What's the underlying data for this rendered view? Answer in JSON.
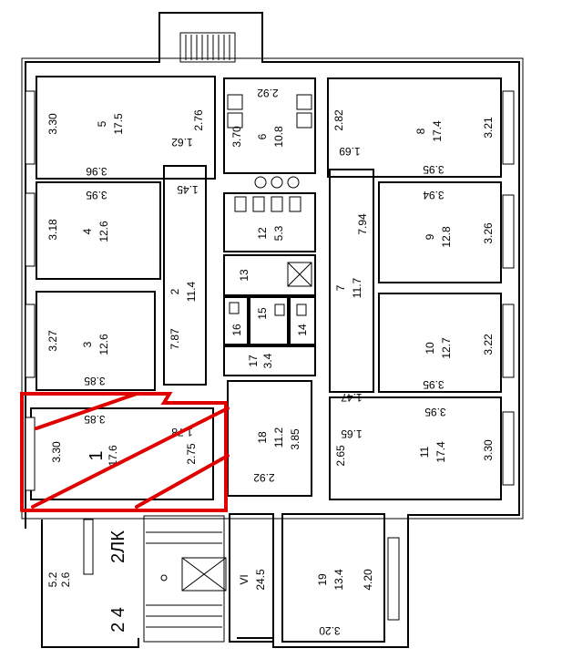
{
  "rooms": [
    {
      "id": "r1",
      "num": "1",
      "area": "17.6"
    },
    {
      "id": "r2",
      "num": "2",
      "area": "11.4"
    },
    {
      "id": "r3",
      "num": "3",
      "area": "12.6"
    },
    {
      "id": "r4",
      "num": "4",
      "area": "12.6"
    },
    {
      "id": "r5",
      "num": "5",
      "area": "17.5"
    },
    {
      "id": "r6",
      "num": "6",
      "area": "10.8"
    },
    {
      "id": "r7",
      "num": "7",
      "area": "11.7"
    },
    {
      "id": "r8",
      "num": "8",
      "area": "17.4"
    },
    {
      "id": "r9",
      "num": "9",
      "area": "12.8"
    },
    {
      "id": "r10",
      "num": "10",
      "area": "12.7"
    },
    {
      "id": "r11",
      "num": "11",
      "area": "17.4"
    },
    {
      "id": "r12",
      "num": "12",
      "area": "5.3"
    },
    {
      "id": "r13",
      "num": "13",
      "area": ""
    },
    {
      "id": "r14",
      "num": "14",
      "area": ""
    },
    {
      "id": "r15",
      "num": "15",
      "area": ""
    },
    {
      "id": "r16",
      "num": "16",
      "area": ""
    },
    {
      "id": "r17",
      "num": "17",
      "area": "3.4"
    },
    {
      "id": "r18",
      "num": "18",
      "area": "11.2"
    },
    {
      "id": "r19",
      "num": "19",
      "area": "13.4"
    },
    {
      "id": "rvi",
      "num": "VI",
      "area": "24.5"
    }
  ],
  "dims": {
    "r1_h": "3.30",
    "r1_w1": "3.85",
    "r1_w2": "1.78",
    "r1_h2": "2.75",
    "r3_h": "3.27",
    "r3_w": "3.85",
    "r2_h": "7.87",
    "r4_w": "3.95",
    "r4_h": "3.18",
    "r5_h": "3.30",
    "r5_w": "3.96",
    "r5_h2": "2.76",
    "r5_w2": "1.62",
    "r6_w": "2.92",
    "r6_h": "3.70",
    "r_a": "1.45",
    "r8_h": "2.82",
    "r8_h2": "3.21",
    "r8_w": "3.95",
    "r8_w2": "1.69",
    "r9_w": "3.94",
    "r9_h": "3.26",
    "r7_h": "7.94",
    "r10_h": "3.22",
    "r10_w": "3.95",
    "r_b": "1.47",
    "r11_w": "3.95",
    "r11_w2": "1.65",
    "r11_h": "3.30",
    "r11_h2": "2.65",
    "r18_h": "3.85",
    "r18_w": "2.92",
    "r19_h": "4.20",
    "r19_w": "3.20",
    "stair_a": "5.2",
    "stair_b": "2.6",
    "stair_mark_top": "2ЛК",
    "stair_mark_bottom": "2 4"
  },
  "colors": {
    "highlight": "#e00000",
    "line": "#000000"
  }
}
